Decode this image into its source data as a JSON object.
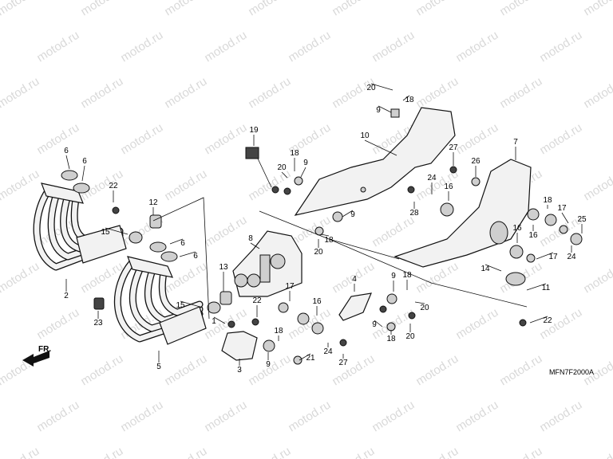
{
  "watermark": "motod.ru",
  "drawing_code": "MFN7F2000A",
  "direction_mark": "FR.",
  "callouts": [
    {
      "id": "c20a",
      "t": "20"
    },
    {
      "id": "c18a",
      "t": "18"
    },
    {
      "id": "c9a",
      "t": "9"
    },
    {
      "id": "c19",
      "t": "19"
    },
    {
      "id": "c10",
      "t": "10"
    },
    {
      "id": "c18b",
      "t": "18"
    },
    {
      "id": "c20b",
      "t": "20"
    },
    {
      "id": "c9b",
      "t": "9"
    },
    {
      "id": "c6a",
      "t": "6"
    },
    {
      "id": "c6b",
      "t": "6"
    },
    {
      "id": "c22a",
      "t": "22"
    },
    {
      "id": "c12",
      "t": "12"
    },
    {
      "id": "c15a",
      "t": "15"
    },
    {
      "id": "c6c",
      "t": "6"
    },
    {
      "id": "c6d",
      "t": "6"
    },
    {
      "id": "c8",
      "t": "8"
    },
    {
      "id": "c9c",
      "t": "9"
    },
    {
      "id": "c18c",
      "t": "18"
    },
    {
      "id": "c20c",
      "t": "20"
    },
    {
      "id": "c27a",
      "t": "27"
    },
    {
      "id": "c26",
      "t": "26"
    },
    {
      "id": "c7",
      "t": "7"
    },
    {
      "id": "c24a",
      "t": "24"
    },
    {
      "id": "c16a",
      "t": "16"
    },
    {
      "id": "c28",
      "t": "28"
    },
    {
      "id": "c18d",
      "t": "18"
    },
    {
      "id": "c17a",
      "t": "17"
    },
    {
      "id": "c25",
      "t": "25"
    },
    {
      "id": "c16b",
      "t": "16"
    },
    {
      "id": "c24b",
      "t": "24"
    },
    {
      "id": "c16c",
      "t": "16"
    },
    {
      "id": "c17b",
      "t": "17"
    },
    {
      "id": "c14",
      "t": "14"
    },
    {
      "id": "c11",
      "t": "11"
    },
    {
      "id": "c22b",
      "t": "22"
    },
    {
      "id": "c2",
      "t": "2"
    },
    {
      "id": "c23",
      "t": "23"
    },
    {
      "id": "c13",
      "t": "13"
    },
    {
      "id": "c15b",
      "t": "15"
    },
    {
      "id": "c22c",
      "t": "22"
    },
    {
      "id": "c17c",
      "t": "17"
    },
    {
      "id": "c16d",
      "t": "16"
    },
    {
      "id": "c4",
      "t": "4"
    },
    {
      "id": "c9d",
      "t": "9"
    },
    {
      "id": "c18e",
      "t": "18"
    },
    {
      "id": "c20d",
      "t": "20"
    },
    {
      "id": "c9e",
      "t": "9"
    },
    {
      "id": "c18f",
      "t": "18"
    },
    {
      "id": "c20e",
      "t": "20"
    },
    {
      "id": "c1",
      "t": "1"
    },
    {
      "id": "c18g",
      "t": "18"
    },
    {
      "id": "c24c",
      "t": "24"
    },
    {
      "id": "c3",
      "t": "3"
    },
    {
      "id": "c9f",
      "t": "9"
    },
    {
      "id": "c21",
      "t": "21"
    },
    {
      "id": "c27b",
      "t": "27"
    },
    {
      "id": "c5",
      "t": "5"
    }
  ]
}
